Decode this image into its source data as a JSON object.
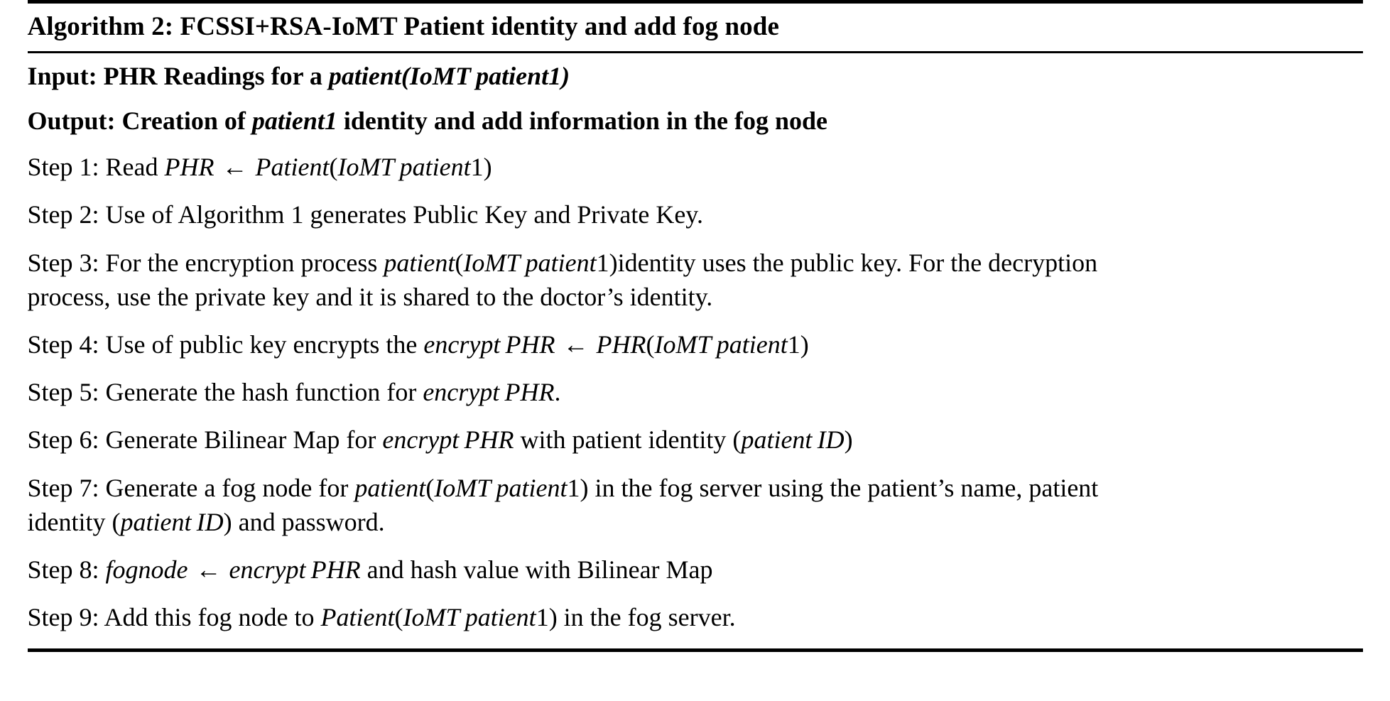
{
  "document": {
    "type": "algorithm-block",
    "title": "Algorithm 2: FCSSI+RSA-IoMT Patient identity and add fog node",
    "rules": {
      "top": "thick",
      "middle": "medium",
      "bottom": "thick"
    }
  },
  "header": {
    "input": {
      "label": "Input:",
      "text_before": " PHR Readings for a ",
      "var_patient": "patient",
      "open_paren": "(",
      "var_arg": "IoMT patient1",
      "close_paren": ")"
    },
    "output": {
      "label": "Output:",
      "text_before": " Creation of ",
      "var_patient1": "patient1",
      "text_after": " identity and add information in the fog node"
    }
  },
  "steps": [
    {
      "id": "step-1",
      "label": "Step 1:",
      "text": "Step 1: Read PHR ← Patient(IoMT_patient1)",
      "parts": [
        {
          "t": "plain",
          "v": "Step 1: Read "
        },
        {
          "t": "italic",
          "v": "PHR"
        },
        {
          "t": "arrow",
          "v": " ← "
        },
        {
          "t": "italic",
          "v": "Patient"
        },
        {
          "t": "plain",
          "v": "("
        },
        {
          "t": "italic",
          "v": "IoMT patient"
        },
        {
          "t": "plain",
          "v": "1)"
        }
      ]
    },
    {
      "id": "step-2",
      "label": "Step 2:",
      "text": "Step 2: Use of Algorithm 1 generates Public Key and Private Key.",
      "parts": [
        {
          "t": "plain",
          "v": "Step 2: Use of Algorithm 1 generates Public Key and Private Key."
        }
      ]
    },
    {
      "id": "step-3",
      "label": "Step 3:",
      "text": "Step 3: For the encryption process patient(IoMT_patient1)identity uses the public key. For the decryption process, use the private key and it is shared to the doctor's identity.",
      "line1": [
        {
          "t": "plain",
          "v": "Step 3: For the encryption process "
        },
        {
          "t": "italic",
          "v": "patient"
        },
        {
          "t": "plain",
          "v": "("
        },
        {
          "t": "italic",
          "v": "IoMT patient"
        },
        {
          "t": "plain",
          "v": "1)identity uses the public key. For the decryption"
        }
      ],
      "line2": [
        {
          "t": "plain",
          "v": "process, use the private key and it is shared to the doctor’s identity."
        }
      ]
    },
    {
      "id": "step-4",
      "label": "Step 4:",
      "text": "Step 4: Use of public key encrypts the encrypt_PHR ← PHR(IoMT_patient1)",
      "parts": [
        {
          "t": "plain",
          "v": "Step 4: Use of public key encrypts the "
        },
        {
          "t": "italic",
          "v": "encrypt PHR"
        },
        {
          "t": "arrow",
          "v": " ← "
        },
        {
          "t": "italic",
          "v": "PHR"
        },
        {
          "t": "plain",
          "v": "("
        },
        {
          "t": "italic",
          "v": "IoMT patient"
        },
        {
          "t": "plain",
          "v": "1)"
        }
      ]
    },
    {
      "id": "step-5",
      "label": "Step 5:",
      "text": "Step 5: Generate the hash function for encrypt_PHR.",
      "parts": [
        {
          "t": "plain",
          "v": "Step 5: Generate the hash function for "
        },
        {
          "t": "italic",
          "v": "encrypt PHR"
        },
        {
          "t": "plain",
          "v": "."
        }
      ]
    },
    {
      "id": "step-6",
      "label": "Step 6:",
      "text": "Step 6: Generate Bilinear Map for encrypt_PHR with patient identity (patient_ID)",
      "parts": [
        {
          "t": "plain",
          "v": "Step 6: Generate Bilinear Map for "
        },
        {
          "t": "italic",
          "v": "encrypt PHR"
        },
        {
          "t": "plain",
          "v": " with patient identity ("
        },
        {
          "t": "italic",
          "v": "patient ID"
        },
        {
          "t": "plain",
          "v": ")"
        }
      ]
    },
    {
      "id": "step-7",
      "label": "Step 7:",
      "text": "Step 7: Generate a fog node for patient(IoMT_patient1) in the fog server using the patient's name, patient identity (patient_ID) and password.",
      "line1": [
        {
          "t": "plain",
          "v": "Step 7: Generate a fog node for "
        },
        {
          "t": "italic",
          "v": "patient"
        },
        {
          "t": "plain",
          "v": "("
        },
        {
          "t": "italic",
          "v": "IoMT patient"
        },
        {
          "t": "plain",
          "v": "1) in the fog server using the patient’s name, patient"
        }
      ],
      "line2": [
        {
          "t": "plain",
          "v": "identity ("
        },
        {
          "t": "italic",
          "v": "patient ID"
        },
        {
          "t": "plain",
          "v": ") and password."
        }
      ]
    },
    {
      "id": "step-8",
      "label": "Step 8:",
      "text": "Step 8: fognode ← encrypt_PHR and hash value with Bilinear Map",
      "parts": [
        {
          "t": "plain",
          "v": "Step 8: "
        },
        {
          "t": "italic",
          "v": "fognode"
        },
        {
          "t": "arrow",
          "v": " ← "
        },
        {
          "t": "italic",
          "v": "encrypt PHR"
        },
        {
          "t": "plain",
          "v": " and hash value with Bilinear Map"
        }
      ]
    },
    {
      "id": "step-9",
      "label": "Step 9:",
      "text": "Step 9: Add this fog node to Patient(IoMT_patient1) in the fog server.",
      "parts": [
        {
          "t": "plain",
          "v": "Step 9: Add this fog node to "
        },
        {
          "t": "italic",
          "v": "Patient"
        },
        {
          "t": "plain",
          "v": "("
        },
        {
          "t": "italic",
          "v": "IoMT patient"
        },
        {
          "t": "plain",
          "v": "1) in the fog server."
        }
      ]
    }
  ]
}
